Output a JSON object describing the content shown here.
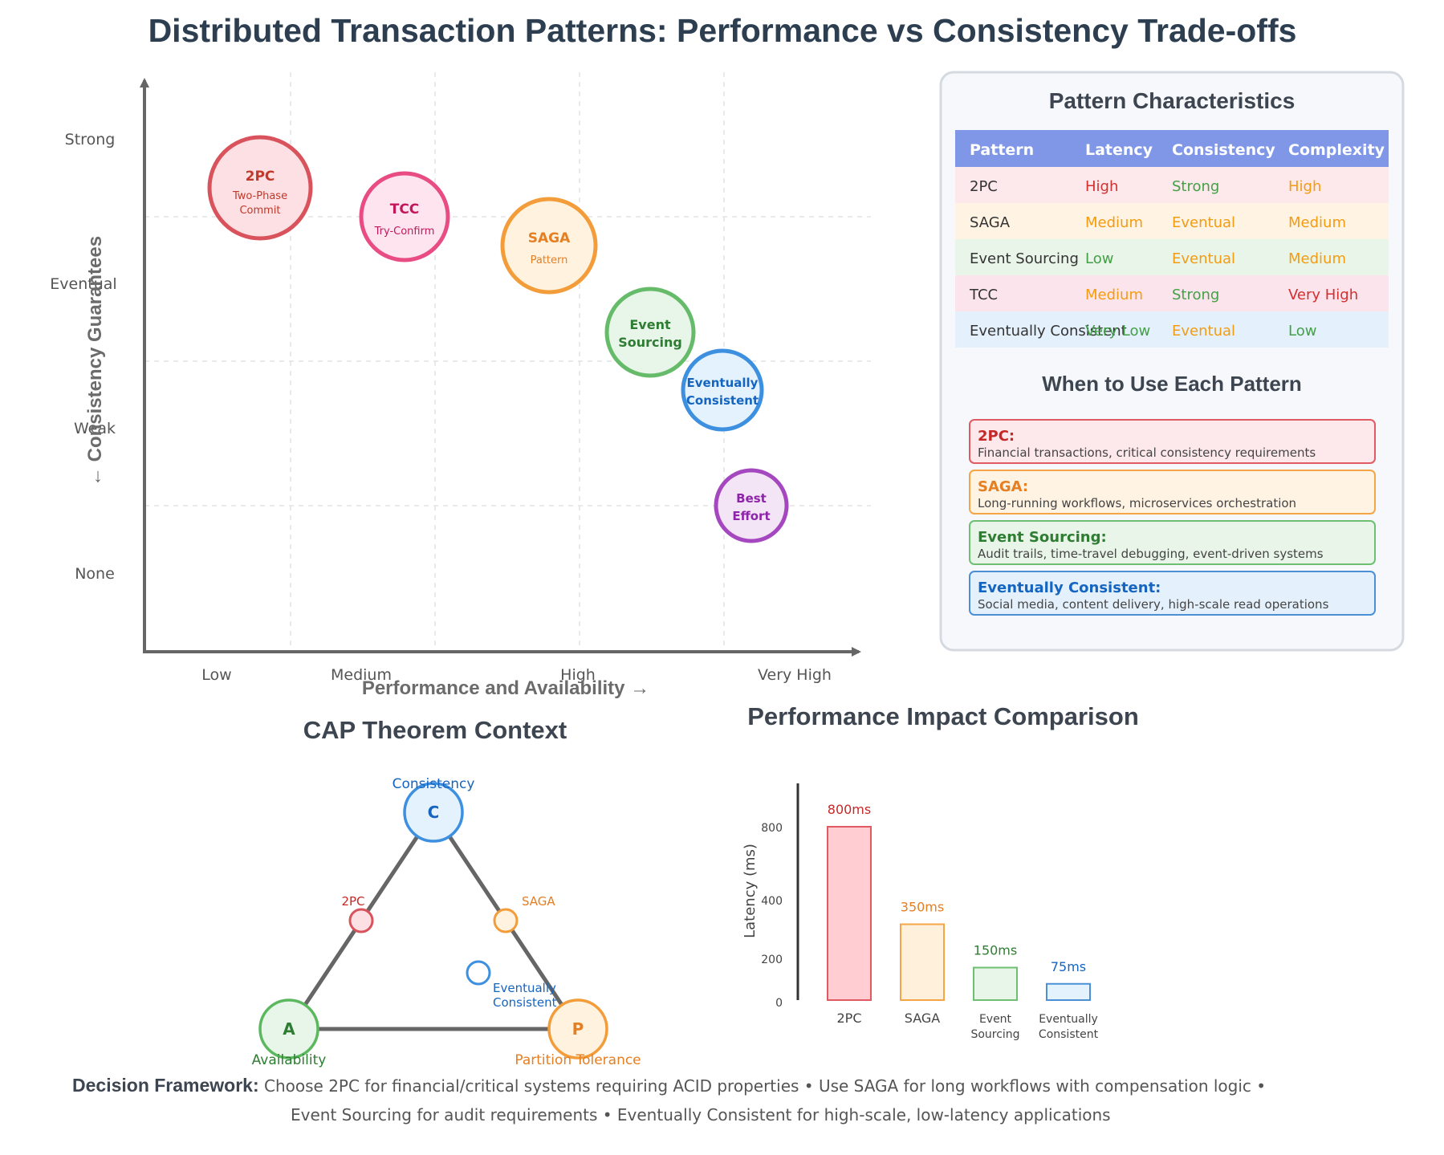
{
  "title": "Distributed Transaction Patterns: Performance vs Consistency Trade-offs",
  "scatter": {
    "y_axis_title": "← Consistency Guarantees",
    "x_axis_title": "Performance and Availability →",
    "y_ticks": [
      "Strong",
      "Eventual",
      "Weak",
      "None"
    ],
    "x_ticks": [
      "Low",
      "Medium",
      "High",
      "Very High"
    ],
    "bubbles": [
      {
        "name": "2PC",
        "sub": [
          "Two-Phase",
          "Commit"
        ],
        "fill": "#fde0e3",
        "stroke": "#d9535d",
        "text": "#c0392b"
      },
      {
        "name": "TCC",
        "sub": [
          "Try-Confirm"
        ],
        "fill": "#fde4ee",
        "stroke": "#e84c83",
        "text": "#c2185b"
      },
      {
        "name": "SAGA",
        "sub": [
          "Pattern"
        ],
        "fill": "#fff3e0",
        "stroke": "#f39c3a",
        "text": "#e67e22"
      },
      {
        "name": [
          "Event",
          "Sourcing"
        ],
        "fill": "#e8f5e9",
        "stroke": "#66bb6a",
        "text": "#2e7d32"
      },
      {
        "name": [
          "Eventually",
          "Consistent"
        ],
        "fill": "#e3f2fd",
        "stroke": "#3d8fe0",
        "text": "#1565c0"
      },
      {
        "name": [
          "Best",
          "Effort"
        ],
        "fill": "#f3e5f5",
        "stroke": "#a548c0",
        "text": "#8e24aa"
      }
    ]
  },
  "characteristics": {
    "heading": "Pattern Characteristics",
    "headers": [
      "Pattern",
      "Latency",
      "Consistency",
      "Complexity"
    ],
    "header_bg": "#8097e8",
    "rows": [
      {
        "cells": [
          "2PC",
          "High",
          "Strong",
          "High"
        ],
        "bg": "#fde8eb",
        "colors": [
          "#333333",
          "#d32f2f",
          "#43a047",
          "#f39c12"
        ]
      },
      {
        "cells": [
          "SAGA",
          "Medium",
          "Eventual",
          "Medium"
        ],
        "bg": "#fff3e3",
        "colors": [
          "#333333",
          "#f39c12",
          "#f39c12",
          "#f39c12"
        ]
      },
      {
        "cells": [
          "Event Sourcing",
          "Low",
          "Eventual",
          "Medium"
        ],
        "bg": "#e9f5e9",
        "colors": [
          "#333333",
          "#43a047",
          "#f39c12",
          "#f39c12"
        ]
      },
      {
        "cells": [
          "TCC",
          "Medium",
          "Strong",
          "Very High"
        ],
        "bg": "#fce4ec",
        "colors": [
          "#333333",
          "#f39c12",
          "#43a047",
          "#d32f2f"
        ]
      },
      {
        "cells": [
          "Eventually Consistent",
          "Very Low",
          "Eventual",
          "Low"
        ],
        "bg": "#e4f1fc",
        "colors": [
          "#333333",
          "#43a047",
          "#f39c12",
          "#43a047"
        ]
      }
    ]
  },
  "use_cases": {
    "heading": "When to Use Each Pattern",
    "items": [
      {
        "title": "2PC:",
        "desc": "Financial transactions, critical consistency requirements",
        "bg": "#fde8eb",
        "border": "#e05a64",
        "color": "#c62828"
      },
      {
        "title": "SAGA:",
        "desc": "Long-running workflows, microservices orchestration",
        "bg": "#fff3e3",
        "border": "#f5a446",
        "color": "#e67e22"
      },
      {
        "title": "Event Sourcing:",
        "desc": "Audit trails, time-travel debugging, event-driven systems",
        "bg": "#e9f5e9",
        "border": "#6fbf73",
        "color": "#2e7d32"
      },
      {
        "title": "Eventually Consistent:",
        "desc": "Social media, content delivery, high-scale read operations",
        "bg": "#e4f1fc",
        "border": "#4b8fd6",
        "color": "#1565c0"
      }
    ]
  },
  "cap": {
    "heading": "CAP Theorem Context",
    "nodes": [
      {
        "letter": "C",
        "label": "Consistency",
        "fill": "#e3f2fd",
        "stroke": "#3d8fe0",
        "color": "#1565c0"
      },
      {
        "letter": "A",
        "label": "Availability",
        "fill": "#e8f5e9",
        "stroke": "#5cb85f",
        "color": "#2e7d32"
      },
      {
        "letter": "P",
        "label": "Partition Tolerance",
        "fill": "#fff3e0",
        "stroke": "#f39c3a",
        "color": "#e67e22"
      }
    ],
    "patterns": [
      {
        "label": [
          "2PC"
        ],
        "fill": "#fde0e3",
        "stroke": "#d9535d",
        "color": "#c62828"
      },
      {
        "label": [
          "SAGA"
        ],
        "fill": "#fff3e0",
        "stroke": "#f39c3a",
        "color": "#e67e22"
      },
      {
        "label": [
          "Eventually",
          "Consistent"
        ],
        "fill": "#ffffff",
        "stroke": "#3d8fe0",
        "color": "#1565c0"
      }
    ]
  },
  "performance": {
    "heading": "Performance Impact Comparison",
    "ylabel": "Latency (ms)",
    "y_ticks": [
      "0",
      "200",
      "400",
      "800"
    ]
  },
  "chart_data": {
    "type": "bar",
    "title": "Performance Impact Comparison",
    "ylabel": "Latency (ms)",
    "categories": [
      [
        "2PC"
      ],
      [
        "SAGA"
      ],
      [
        "Event",
        "Sourcing"
      ],
      [
        "Eventually",
        "Consistent"
      ]
    ],
    "values": [
      800,
      350,
      150,
      75
    ],
    "value_labels": [
      "800ms",
      "350ms",
      "150ms",
      "75ms"
    ],
    "colors": [
      {
        "fill": "#ffcdd2",
        "stroke": "#e05a64",
        "label": "#c62828"
      },
      {
        "fill": "#fff0dc",
        "stroke": "#f5a446",
        "label": "#e67e22"
      },
      {
        "fill": "#e8f5e9",
        "stroke": "#6fbf73",
        "label": "#2e7d32"
      },
      {
        "fill": "#e3f2fd",
        "stroke": "#4b8fd6",
        "label": "#1565c0"
      }
    ]
  },
  "footer": {
    "label": "Decision Framework:",
    "line1": "Choose 2PC for financial/critical systems requiring ACID properties • Use SAGA for long workflows with compensation logic •",
    "line2": "Event Sourcing for audit requirements • Eventually Consistent for high-scale, low-latency applications"
  }
}
